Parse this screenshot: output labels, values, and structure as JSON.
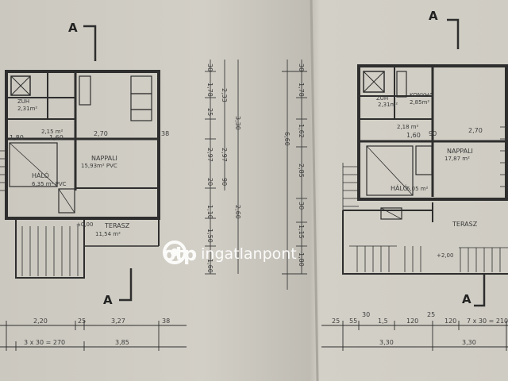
{
  "section_markers": [
    "A",
    "A",
    "A",
    "A"
  ],
  "left_plan": {
    "rooms": {
      "wc_label": "ZUH",
      "wc_area": "2,31m²",
      "hall_label": "2,15 m²",
      "living_label": "NAPPALI",
      "living_area": "15,93m² PVC",
      "bedroom_label": "HÁLÓ",
      "bedroom_area": "6,35 m² PVC",
      "terrace_label": "TERASZ",
      "terrace_area": "11,54 m²",
      "level": "±0,00"
    },
    "dims_h": [
      "2,20",
      "25",
      "3,27",
      "38"
    ],
    "dims_h2": [
      "3 x 30 = 270",
      "3,85"
    ],
    "dims_inner": [
      "2,70",
      "1,60",
      "38",
      "1,80"
    ]
  },
  "right_plan": {
    "rooms": {
      "wc_label": "ZUH",
      "wc_area": "2,31m²",
      "kitchen_label": "KONYHA",
      "kitchen_area": "2,85m²",
      "hall_label": "2,18 m²",
      "living_label": "NAPPALI",
      "living_area": "17,87 m²",
      "bedroom_label": "HÁLÓ",
      "bedroom_area": "6,05 m²",
      "terrace_label": "TERASZ",
      "level": "+2,00"
    },
    "dims_h": [
      "25",
      "55",
      "30",
      "1,5",
      "120",
      "25",
      "120",
      "7 x 30 = 210"
    ],
    "dims_h2": [
      "3,30",
      "3,30"
    ],
    "dims_inner": [
      "2,70",
      "1,60",
      "90"
    ]
  },
  "vertical_dims": {
    "col1": [
      "30",
      "1,78",
      "25",
      "2,97",
      "20",
      "1,10",
      "1,50",
      "1,60"
    ],
    "col2": [
      "2,33",
      "2,97",
      "90"
    ],
    "col3": [
      "3,30",
      "2,60"
    ],
    "col4": [
      "6,60",
      "30",
      "1,78",
      "1,62",
      "2,85",
      "30",
      "1,15",
      "1,80"
    ]
  },
  "watermark": {
    "brand": "otp",
    "sub": "ingatlanpont"
  },
  "colors": {
    "ink": "#2e2e2e",
    "paper": "#cdcac1",
    "watermark": "#ffffff"
  }
}
